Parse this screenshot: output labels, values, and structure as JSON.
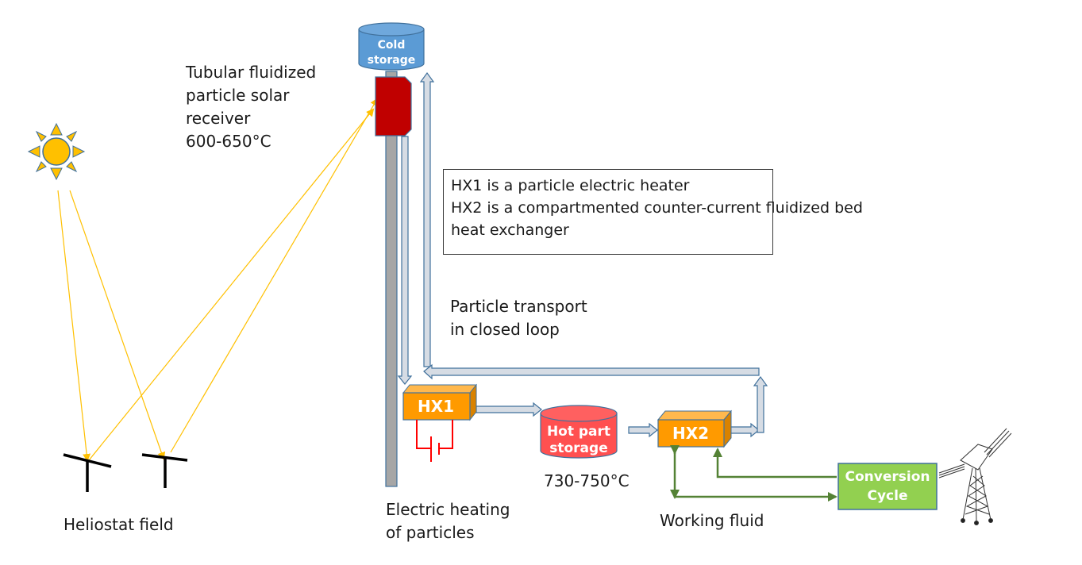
{
  "labels": {
    "receiver": [
      "Tubular fluidized",
      "particle solar",
      "receiver",
      "600-650°C"
    ],
    "heliostat": "Heliostat field",
    "transport": [
      "Particle transport",
      "in closed loop"
    ],
    "electric": [
      "Electric heating",
      "of particles"
    ],
    "hot_temp": "730-750°C",
    "working_fluid": "Working fluid"
  },
  "components": {
    "cold_storage": [
      "Cold",
      "storage"
    ],
    "hx1": "HX1",
    "hot_storage": [
      "Hot part",
      "storage"
    ],
    "hx2": "HX2",
    "conversion": [
      "Conversion",
      "Cycle"
    ]
  },
  "note": {
    "lines": [
      "HX1 is a particle electric heater",
      "HX2 is a compartmented counter-current fluidized bed",
      "heat exchanger"
    ]
  },
  "icons": {
    "sun": "sun-icon",
    "heliostat": "heliostat-icon",
    "pylon": "power-pylon-icon",
    "battery": "battery-symbol-icon"
  },
  "colors": {
    "cold_storage": "#5b9bd5",
    "receiver": "#c00000",
    "hx": "#ff9a00",
    "hot_storage": "#ff5050",
    "conversion": "#92d050",
    "working_fluid_line": "#548235",
    "sun_rays": "#ffc000",
    "pipe_fill": "#d6dce4",
    "pipe_stroke": "#41719c"
  }
}
